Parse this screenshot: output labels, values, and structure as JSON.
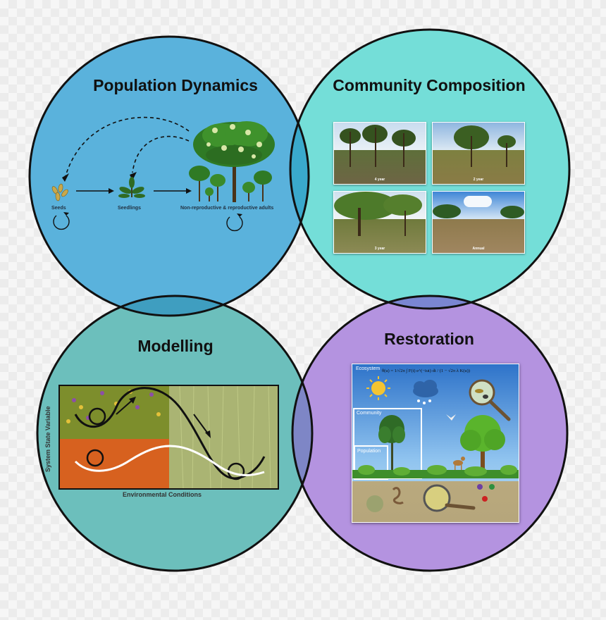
{
  "sections": {
    "population": {
      "title": "Population Dynamics",
      "fill": "#5ab2dc"
    },
    "community": {
      "title": "Community Composition",
      "fill": "#74ded8"
    },
    "modelling": {
      "title": "Modelling",
      "fill": "#6cbfbc"
    },
    "restoration": {
      "title": "Restoration",
      "fill": "#b493e0"
    }
  },
  "population_diagram": {
    "stages": [
      "Seeds",
      "Seedlings",
      "Non-reproductive & reproductive adults"
    ]
  },
  "community_photos": [
    "4 year",
    "2 year",
    "3 year",
    "Annual"
  ],
  "modelling_panel": {
    "y_axis_label": "System State Variable",
    "x_axis_label": "Environmental Conditions"
  },
  "restoration_panel": {
    "levels": [
      "Ecosystem",
      "Community",
      "Population"
    ],
    "equation": "θ(u) = 1/√2π ∫ F(t) e^(−iut) dt / (1 − √2π λ K(u))"
  },
  "colors": {
    "outline": "#111111",
    "overlap_blue": "#3b9fc8",
    "overlap_purple": "#7a84c8"
  }
}
